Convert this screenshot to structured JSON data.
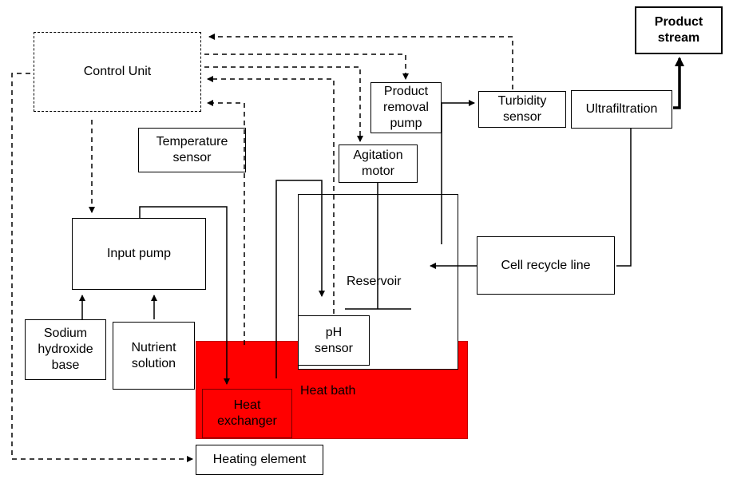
{
  "nodes": {
    "control_unit": "Control Unit",
    "product_stream": "Product\nstream",
    "product_removal_pump": "Product\nremoval\npump",
    "turbidity_sensor": "Turbidity\nsensor",
    "ultrafiltration": "Ultrafiltration",
    "temperature_sensor": "Temperature\nsensor",
    "agitation_motor": "Agitation\nmotor",
    "input_pump": "Input pump",
    "reservoir": "Reservoir",
    "cell_recycle_line": "Cell recycle line",
    "sodium_hydroxide_base": "Sodium\nhydroxide\nbase",
    "nutrient_solution": "Nutrient\nsolution",
    "ph_sensor": "pH\nsensor",
    "heat_bath": "Heat bath",
    "heat_exchanger": "Heat\nexchanger",
    "heating_element": "Heating element"
  },
  "colors": {
    "heat_bath": "#ff0000",
    "lines": "#000000"
  }
}
